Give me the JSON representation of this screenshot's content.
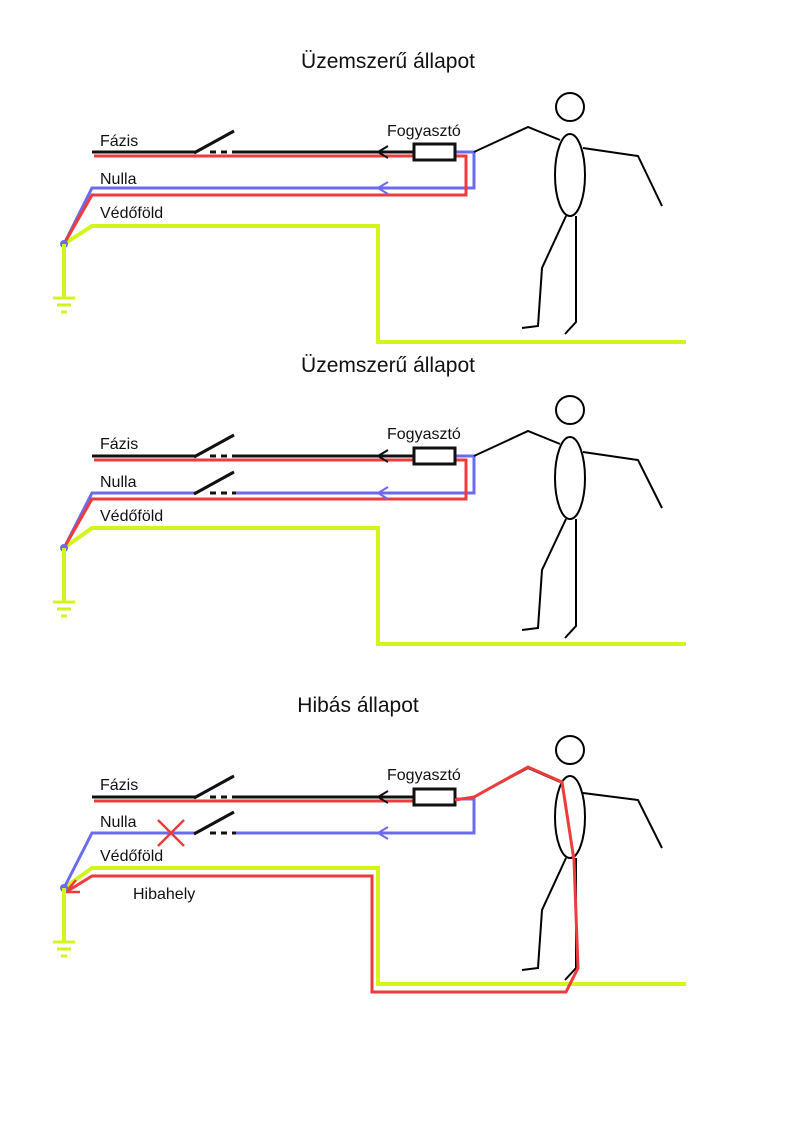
{
  "colors": {
    "phase": "#111111",
    "neutral": "#6b6bf0",
    "earth": "#d4f51c",
    "fault_current": "#ef3b3b",
    "person": "#000000"
  },
  "panels": [
    {
      "id": "normal-1",
      "title": "Üzemszerű állapot",
      "labels": {
        "phase": "Fázis",
        "neutral": "Nulla",
        "earth": "Védőföld",
        "load": "Fogyasztó"
      },
      "neutral_switch": false,
      "fault": false
    },
    {
      "id": "normal-2",
      "title": "Üzemszerű állapot",
      "labels": {
        "phase": "Fázis",
        "neutral": "Nulla",
        "earth": "Védőföld",
        "load": "Fogyasztó"
      },
      "neutral_switch": true,
      "fault": false
    },
    {
      "id": "fault",
      "title": "Hibás állapot",
      "labels": {
        "phase": "Fázis",
        "neutral": "Nulla",
        "earth": "Védőföld",
        "load": "Fogyasztó",
        "fault_point": "Hibahely"
      },
      "neutral_switch": true,
      "fault": true
    }
  ]
}
